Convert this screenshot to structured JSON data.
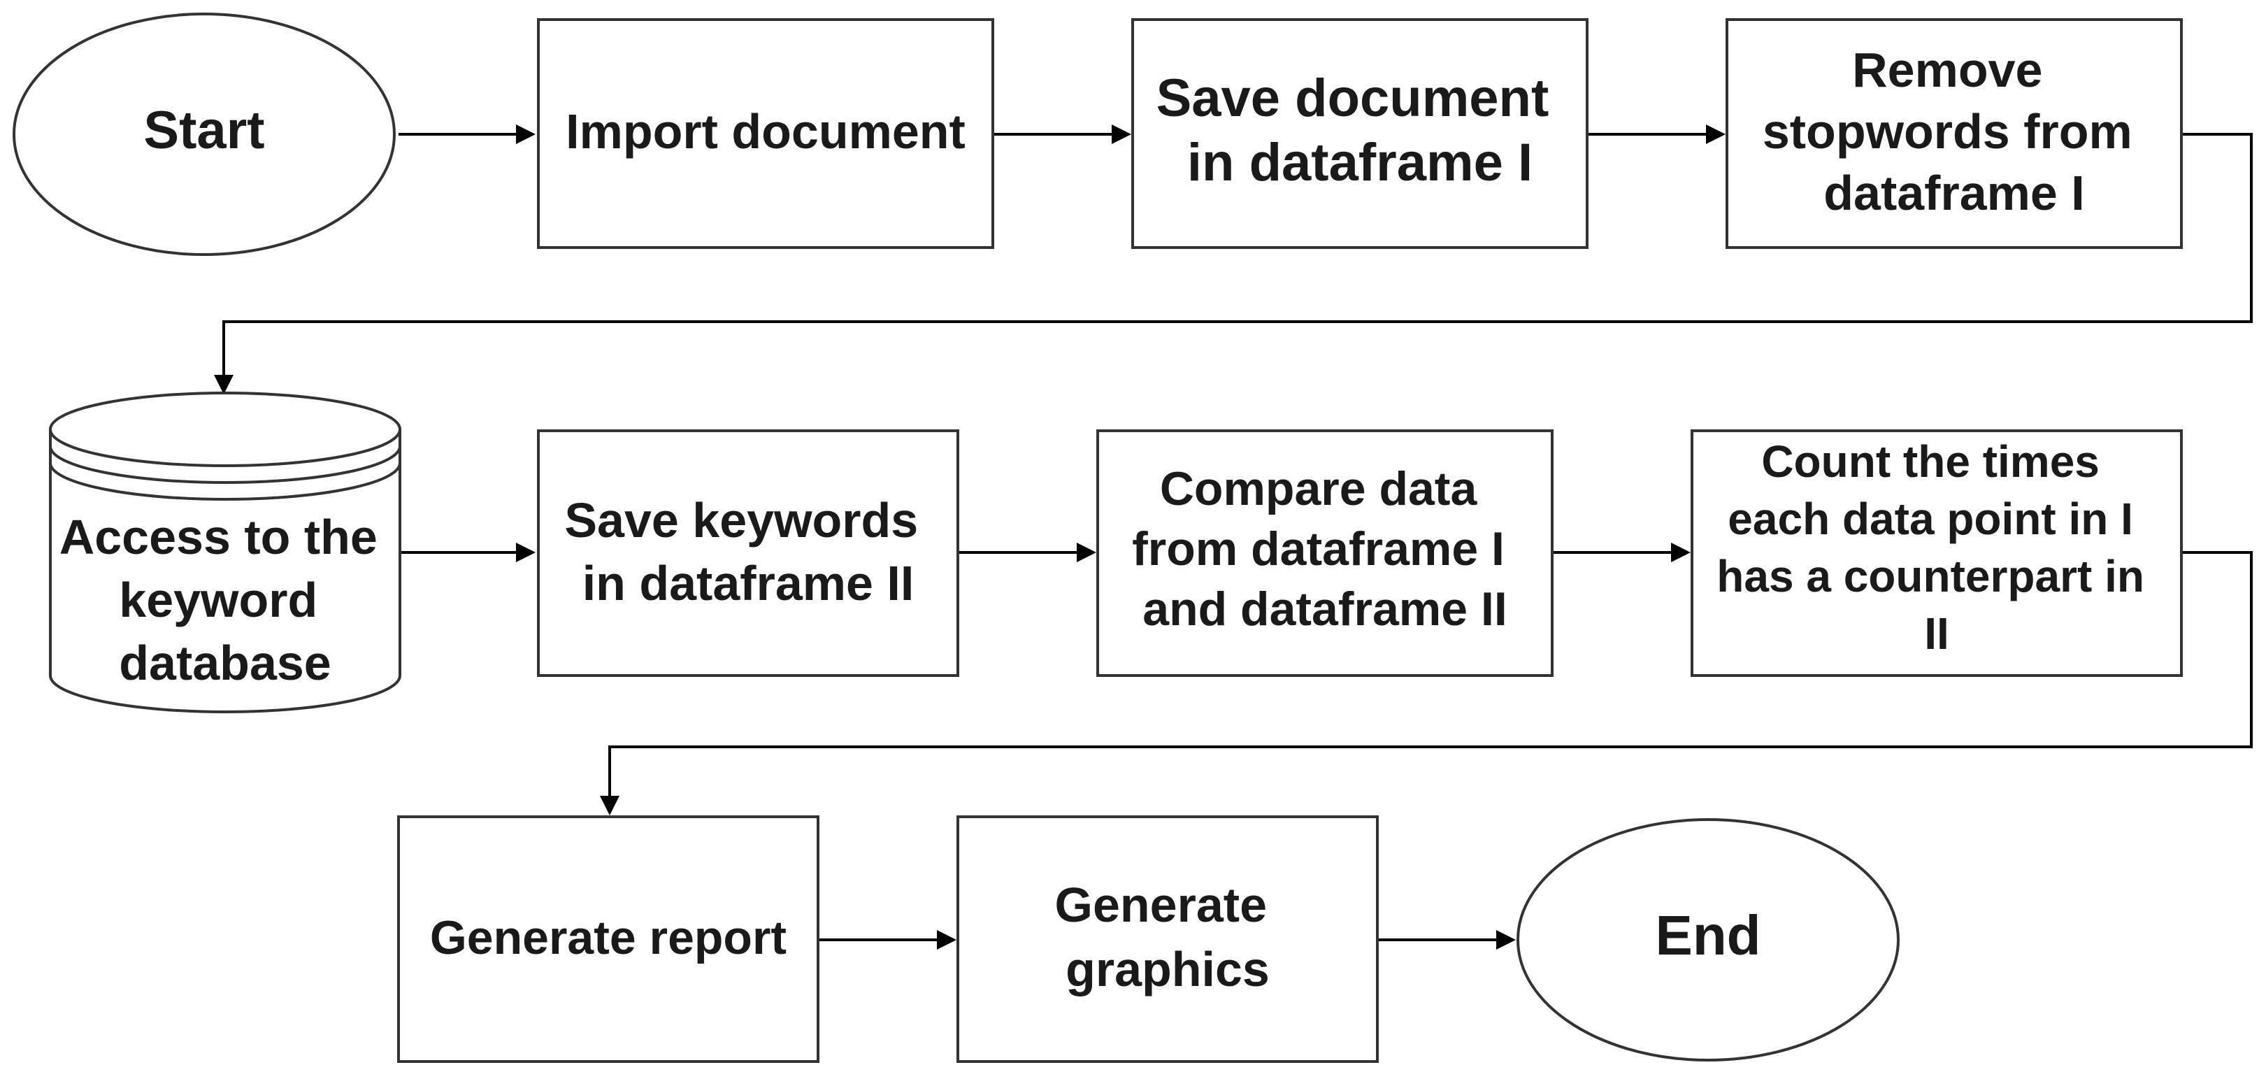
{
  "nodes": {
    "start": {
      "shape": "ellipse",
      "lines": [
        "Start"
      ]
    },
    "import": {
      "shape": "rectangle",
      "lines": [
        "Import document"
      ]
    },
    "save_doc": {
      "shape": "rectangle",
      "lines": [
        "Save document",
        "in dataframe I"
      ]
    },
    "remove_stop": {
      "shape": "rectangle",
      "lines": [
        "Remove",
        "stopwords from",
        "dataframe I"
      ]
    },
    "access_db": {
      "shape": "database-cylinder",
      "lines": [
        "Access to the",
        "keyword",
        "database"
      ]
    },
    "save_kw": {
      "shape": "rectangle",
      "lines": [
        "Save keywords",
        "in dataframe II"
      ]
    },
    "compare": {
      "shape": "rectangle",
      "lines": [
        "Compare data",
        "from dataframe I",
        "and dataframe II"
      ]
    },
    "count": {
      "shape": "rectangle",
      "lines": [
        "Count the times",
        "each data point in I",
        "has a counterpart in",
        "II"
      ]
    },
    "report": {
      "shape": "rectangle",
      "lines": [
        "Generate report"
      ]
    },
    "graphics": {
      "shape": "rectangle",
      "lines": [
        "Generate",
        "graphics"
      ]
    },
    "end": {
      "shape": "ellipse",
      "lines": [
        "End"
      ]
    }
  },
  "edges": [
    {
      "from": "start",
      "to": "import"
    },
    {
      "from": "import",
      "to": "save_doc"
    },
    {
      "from": "save_doc",
      "to": "remove_stop"
    },
    {
      "from": "remove_stop",
      "to": "access_db"
    },
    {
      "from": "access_db",
      "to": "save_kw"
    },
    {
      "from": "save_kw",
      "to": "compare"
    },
    {
      "from": "compare",
      "to": "count"
    },
    {
      "from": "count",
      "to": "report"
    },
    {
      "from": "report",
      "to": "graphics"
    },
    {
      "from": "graphics",
      "to": "end"
    }
  ]
}
